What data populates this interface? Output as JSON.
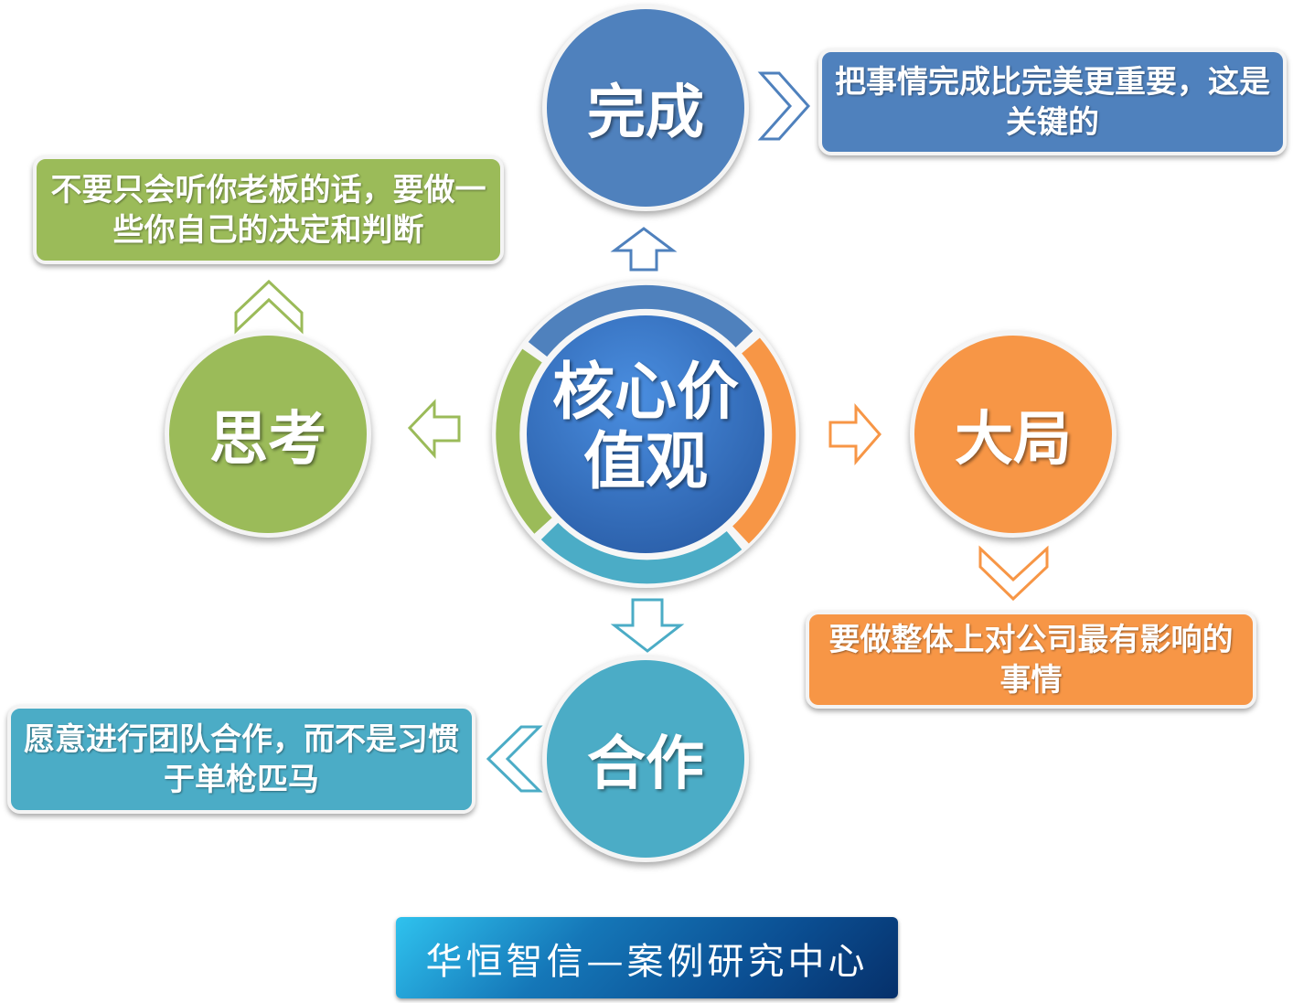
{
  "center": {
    "line1": "核心价",
    "line2": "值观"
  },
  "nodes": {
    "top": {
      "label": "完成",
      "desc": "把事情完成比完美更重要，这是关键的"
    },
    "right": {
      "label": "大局",
      "desc": "要做整体上对公司最有影响的事情"
    },
    "bottom": {
      "label": "合作",
      "desc": "愿意进行团队合作，而不是习惯于单枪匹马"
    },
    "left": {
      "label": "思考",
      "desc": "不要只会听你老板的话，要做一些你自己的决定和判断"
    }
  },
  "banner": "华恒智信—案例研究中心",
  "colors": {
    "blue": "#4f81bd",
    "orange": "#f79646",
    "teal": "#4bacc6",
    "green": "#9bbb59"
  }
}
